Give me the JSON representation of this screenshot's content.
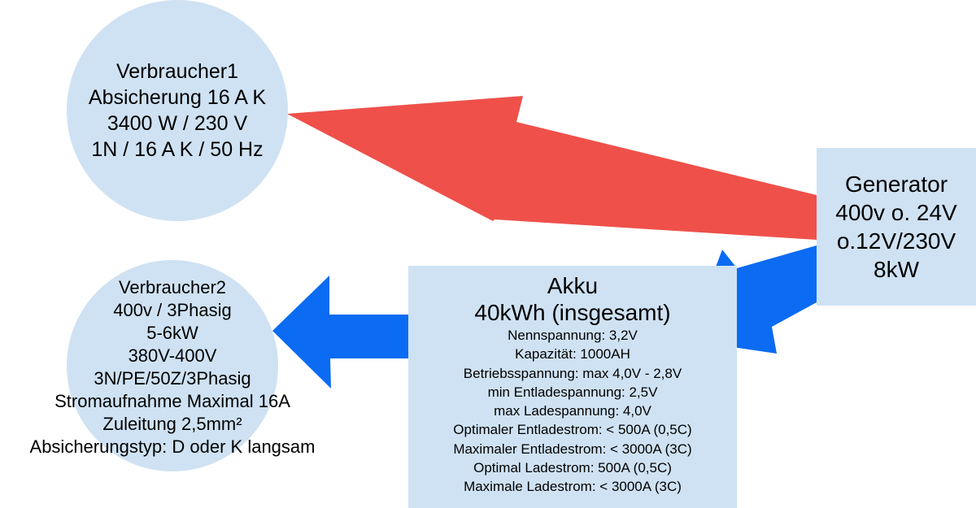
{
  "colors": {
    "node_fill": "#cfe2f3",
    "red_arrow": "#ef504a",
    "blue_arrow": "#0b6bf2"
  },
  "nodes": {
    "verbraucher1": {
      "lines": [
        "Verbraucher1",
        "Absicherung 16 A K",
        "3400 W / 230 V",
        "1N / 16 A K / 50 Hz"
      ]
    },
    "verbraucher2": {
      "lines": [
        "Verbraucher2",
        "400v / 3Phasig",
        "5-6kW",
        "380V-400V",
        "3N/PE/50Z/3Phasig",
        "Stromaufnahme Maximal 16A",
        "Zuleitung 2,5mm²",
        "Absicherungstyp: D oder K langsam"
      ]
    },
    "generator": {
      "lines": [
        "Generator",
        "400v o. 24V",
        "o.12V/230V",
        "8kW"
      ]
    },
    "akku": {
      "title_lines": [
        "Akku",
        "40kWh (insgesamt)"
      ],
      "specs": [
        "Nennspannung: 3,2V",
        "Kapazität: 1000AH",
        "Betriebsspannung: max 4,0V - 2,8V",
        "min Entladespannung: 2,5V",
        "max Ladespannung: 4,0V",
        "Optimaler Entladestrom: < 500A (0,5C)",
        "Maximaler Entladestrom: < 3000A (3C)",
        "Optimal Ladestrom: 500A (0,5C)",
        "Maximale Ladestrom: < 3000A (3C)"
      ]
    }
  },
  "edges": [
    {
      "from": "generator",
      "to": "verbraucher1",
      "color": "red_arrow"
    },
    {
      "from": "generator",
      "to": "akku",
      "color": "blue_arrow"
    },
    {
      "from": "akku",
      "to": "verbraucher2",
      "color": "blue_arrow"
    }
  ]
}
